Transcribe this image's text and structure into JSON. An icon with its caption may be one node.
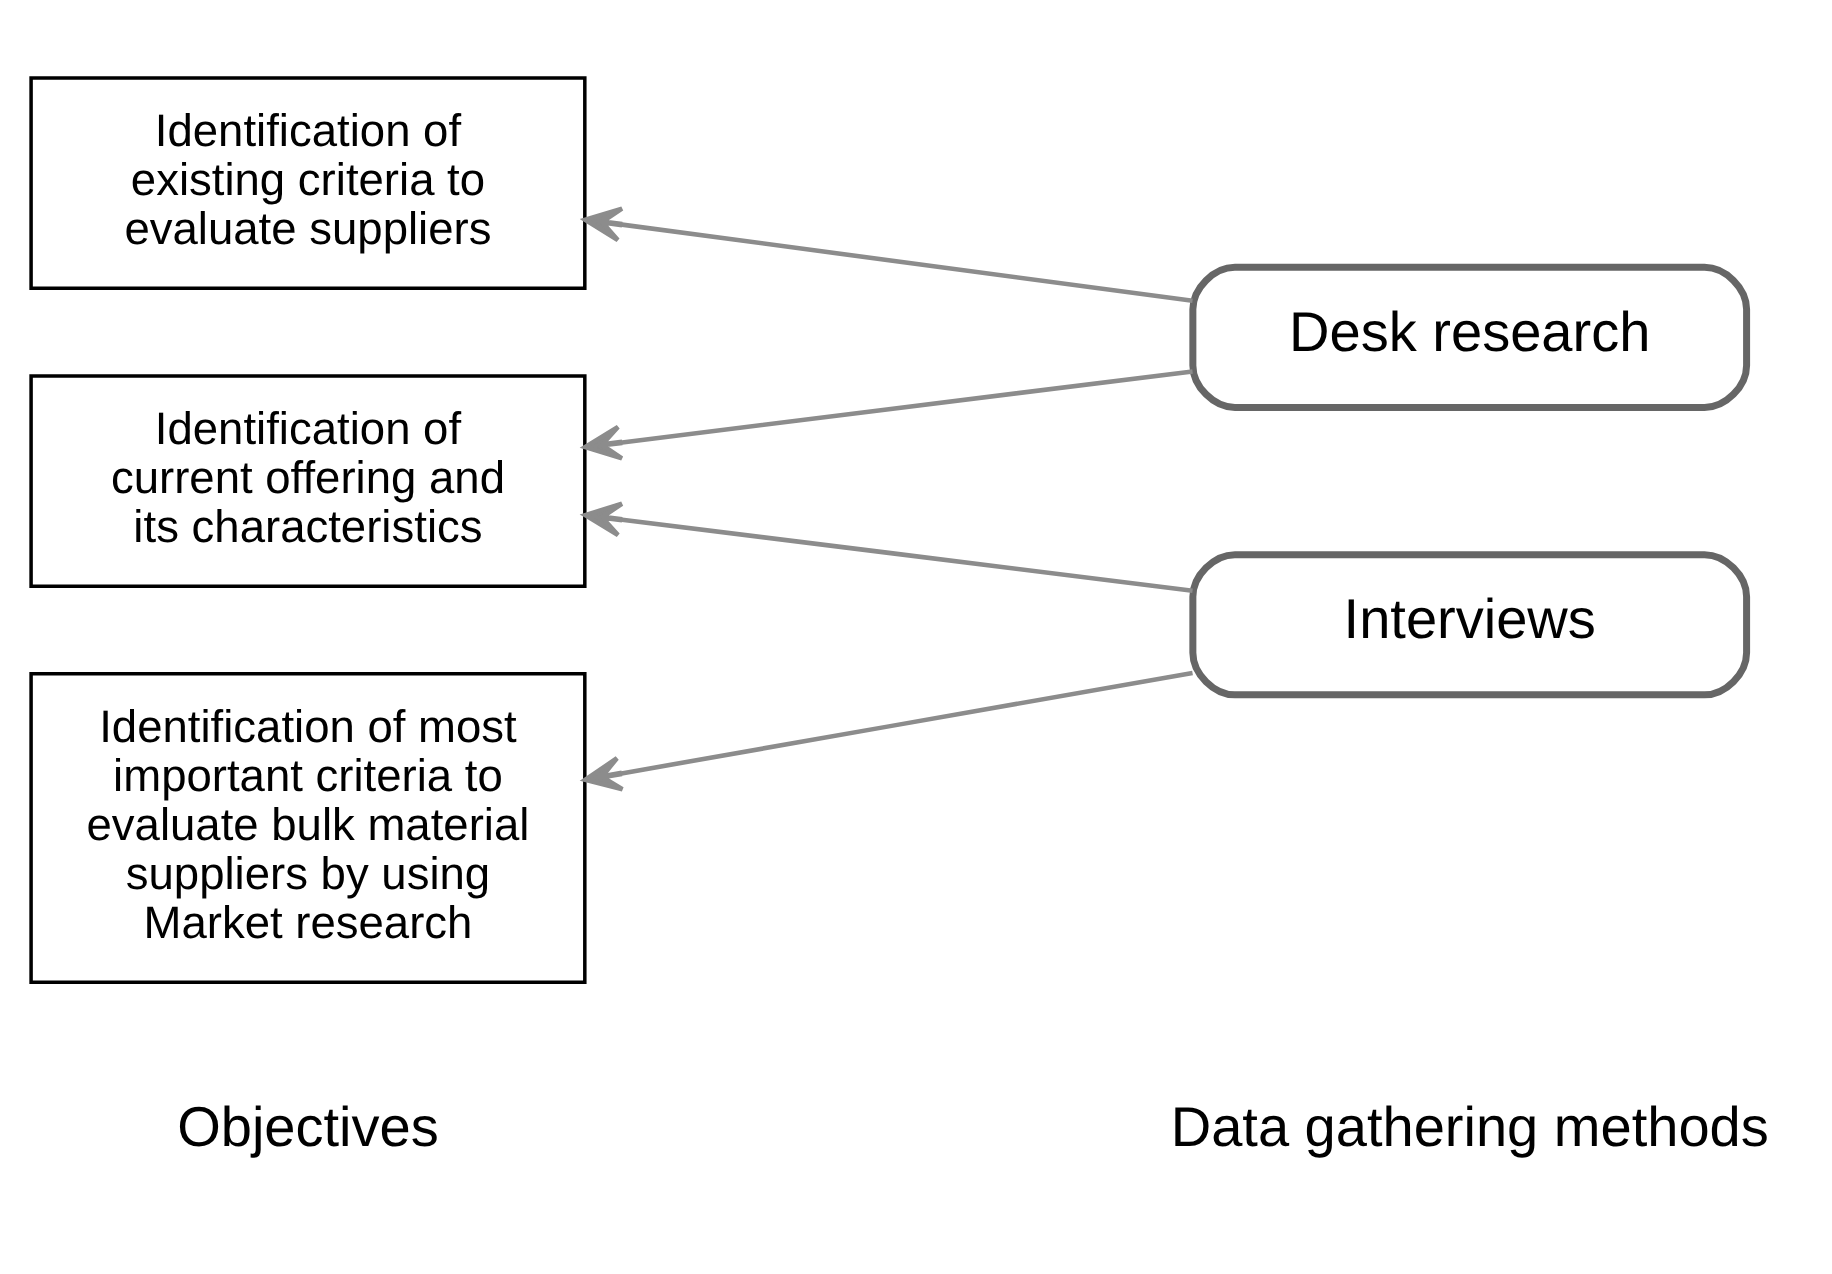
{
  "diagram": {
    "nodes": [
      {
        "text": [
          "Identification of current offering and its characteristics"
        ]
      },
      {
        "text": [
          "Identification of existing criteria to evaluate suppliers"
        ]
      },
      {
        "text": [
          "Identification of most important criteria to evaluate bulk material suppliers by using Market research"
        ]
      },
      {
        "text": [
          "Desk research"
        ]
      },
      {
        "text": [
          "Interviews"
        ]
      }
    ],
    "edges": [
      {
        "from": 3,
        "to": 0,
        "arrow": "to"
      },
      {
        "from": 3,
        "to": 1,
        "arrow": "to"
      },
      {
        "from": 4,
        "to": 0,
        "arrow": "to"
      },
      {
        "from": 4,
        "to": 2,
        "arrow": "to"
      }
    ],
    "labels": [
      "Objectives",
      "Data gathering methods"
    ]
  }
}
